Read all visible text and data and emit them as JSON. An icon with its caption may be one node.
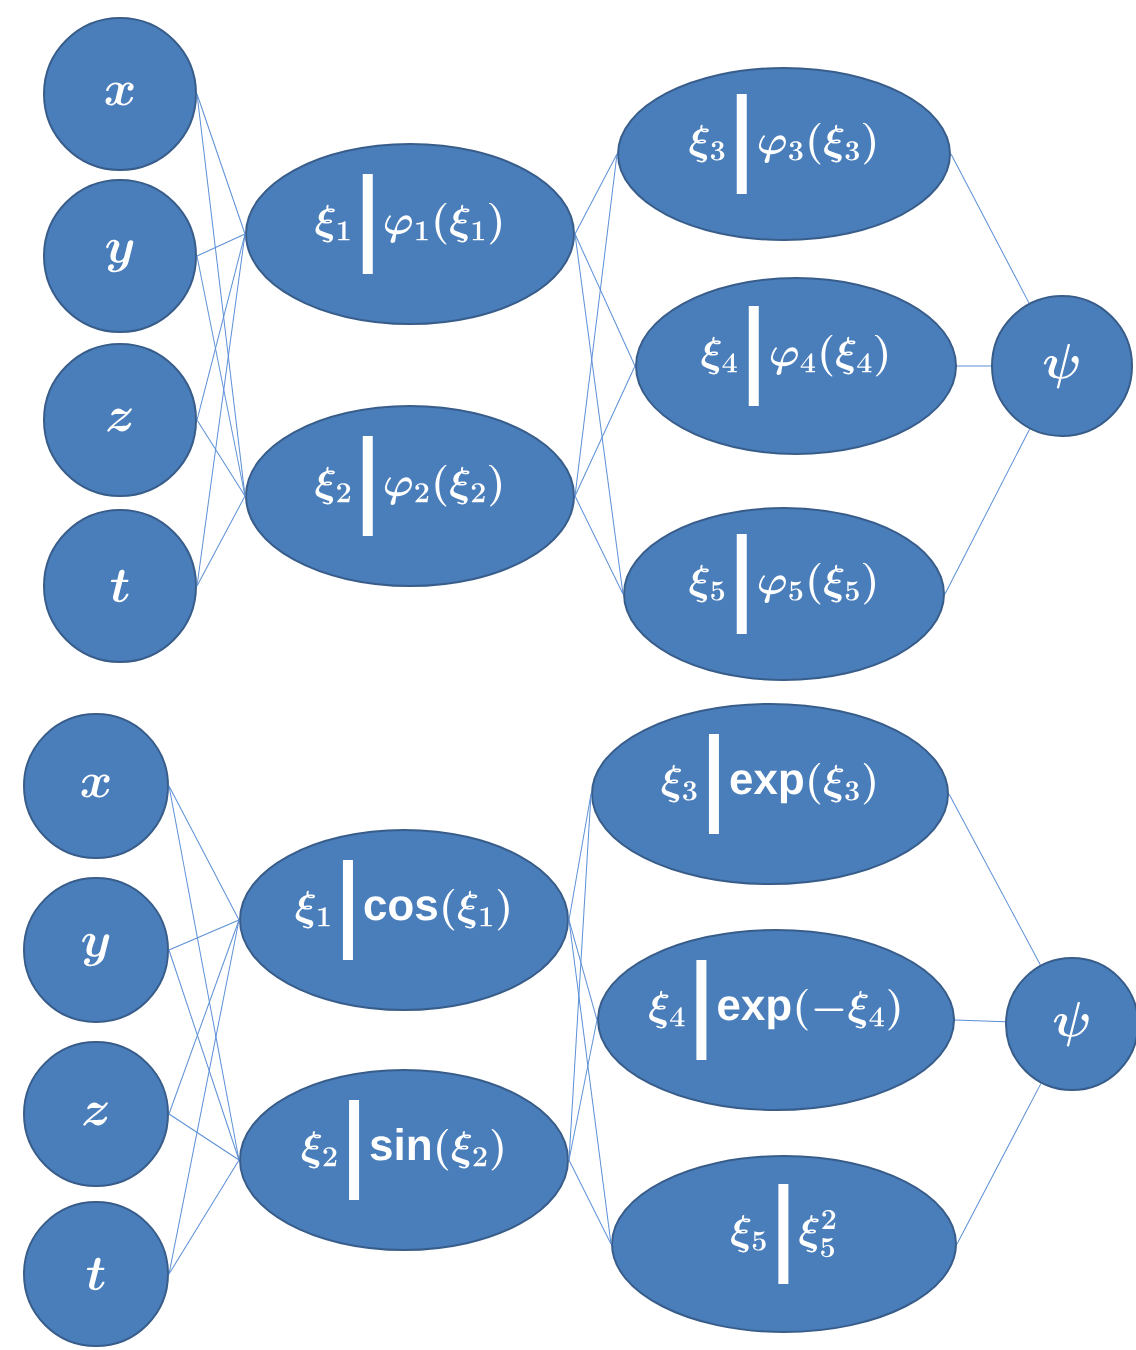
{
  "diagram": {
    "nodes": [
      {
        "text": [
          "x"
        ]
      },
      {
        "text": [
          "y"
        ]
      },
      {
        "text": [
          "z"
        ]
      },
      {
        "text": [
          "t"
        ]
      },
      {
        "text": [
          "\\xi_1",
          "\\varphi_1(\\xi_1)"
        ]
      },
      {
        "text": [
          "\\xi_2",
          "\\varphi_2(\\xi_2)"
        ]
      },
      {
        "text": [
          "\\xi_3",
          "\\varphi_3(\\xi_3)"
        ]
      },
      {
        "text": [
          "\\xi_4",
          "\\varphi_4(\\xi_4)"
        ]
      },
      {
        "text": [
          "\\xi_5",
          "\\varphi_5(\\xi_5)"
        ]
      },
      {
        "text": [
          "\\psi"
        ]
      },
      {
        "text": [
          "x"
        ]
      },
      {
        "text": [
          "y"
        ]
      },
      {
        "text": [
          "z"
        ]
      },
      {
        "text": [
          "t"
        ]
      },
      {
        "text": [
          "\\xi_1",
          "\\cos(\\xi_1)"
        ]
      },
      {
        "text": [
          "\\xi_2",
          "\\sin(\\xi_2)"
        ]
      },
      {
        "text": [
          "\\xi_3",
          "\\exp(\\xi_3)"
        ]
      },
      {
        "text": [
          "\\xi_4",
          "\\exp(-\\xi_4)"
        ]
      },
      {
        "text": [
          "\\xi_5",
          "\\xi_5^{2}"
        ]
      },
      {
        "text": [
          "\\psi"
        ]
      }
    ],
    "edges": [
      {
        "from": 0,
        "to": 4,
        "arrow": "none"
      },
      {
        "from": 0,
        "to": 5,
        "arrow": "none"
      },
      {
        "from": 1,
        "to": 4,
        "arrow": "none"
      },
      {
        "from": 1,
        "to": 5,
        "arrow": "none"
      },
      {
        "from": 2,
        "to": 4,
        "arrow": "none"
      },
      {
        "from": 2,
        "to": 5,
        "arrow": "none"
      },
      {
        "from": 3,
        "to": 4,
        "arrow": "none"
      },
      {
        "from": 3,
        "to": 5,
        "arrow": "none"
      },
      {
        "from": 4,
        "to": 6,
        "arrow": "none"
      },
      {
        "from": 4,
        "to": 7,
        "arrow": "none"
      },
      {
        "from": 4,
        "to": 8,
        "arrow": "none"
      },
      {
        "from": 5,
        "to": 6,
        "arrow": "none"
      },
      {
        "from": 5,
        "to": 7,
        "arrow": "none"
      },
      {
        "from": 5,
        "to": 8,
        "arrow": "none"
      },
      {
        "from": 6,
        "to": 9,
        "arrow": "none"
      },
      {
        "from": 7,
        "to": 9,
        "arrow": "none"
      },
      {
        "from": 8,
        "to": 9,
        "arrow": "none"
      },
      {
        "from": 10,
        "to": 14,
        "arrow": "none"
      },
      {
        "from": 10,
        "to": 15,
        "arrow": "none"
      },
      {
        "from": 11,
        "to": 14,
        "arrow": "none"
      },
      {
        "from": 11,
        "to": 15,
        "arrow": "none"
      },
      {
        "from": 12,
        "to": 14,
        "arrow": "none"
      },
      {
        "from": 12,
        "to": 15,
        "arrow": "none"
      },
      {
        "from": 13,
        "to": 14,
        "arrow": "none"
      },
      {
        "from": 13,
        "to": 15,
        "arrow": "none"
      },
      {
        "from": 14,
        "to": 16,
        "arrow": "none"
      },
      {
        "from": 14,
        "to": 17,
        "arrow": "none"
      },
      {
        "from": 14,
        "to": 18,
        "arrow": "none"
      },
      {
        "from": 15,
        "to": 16,
        "arrow": "none"
      },
      {
        "from": 15,
        "to": 17,
        "arrow": "none"
      },
      {
        "from": 15,
        "to": 18,
        "arrow": "none"
      },
      {
        "from": 16,
        "to": 19,
        "arrow": "none"
      },
      {
        "from": 17,
        "to": 19,
        "arrow": "none"
      },
      {
        "from": 18,
        "to": 19,
        "arrow": "none"
      }
    ]
  }
}
